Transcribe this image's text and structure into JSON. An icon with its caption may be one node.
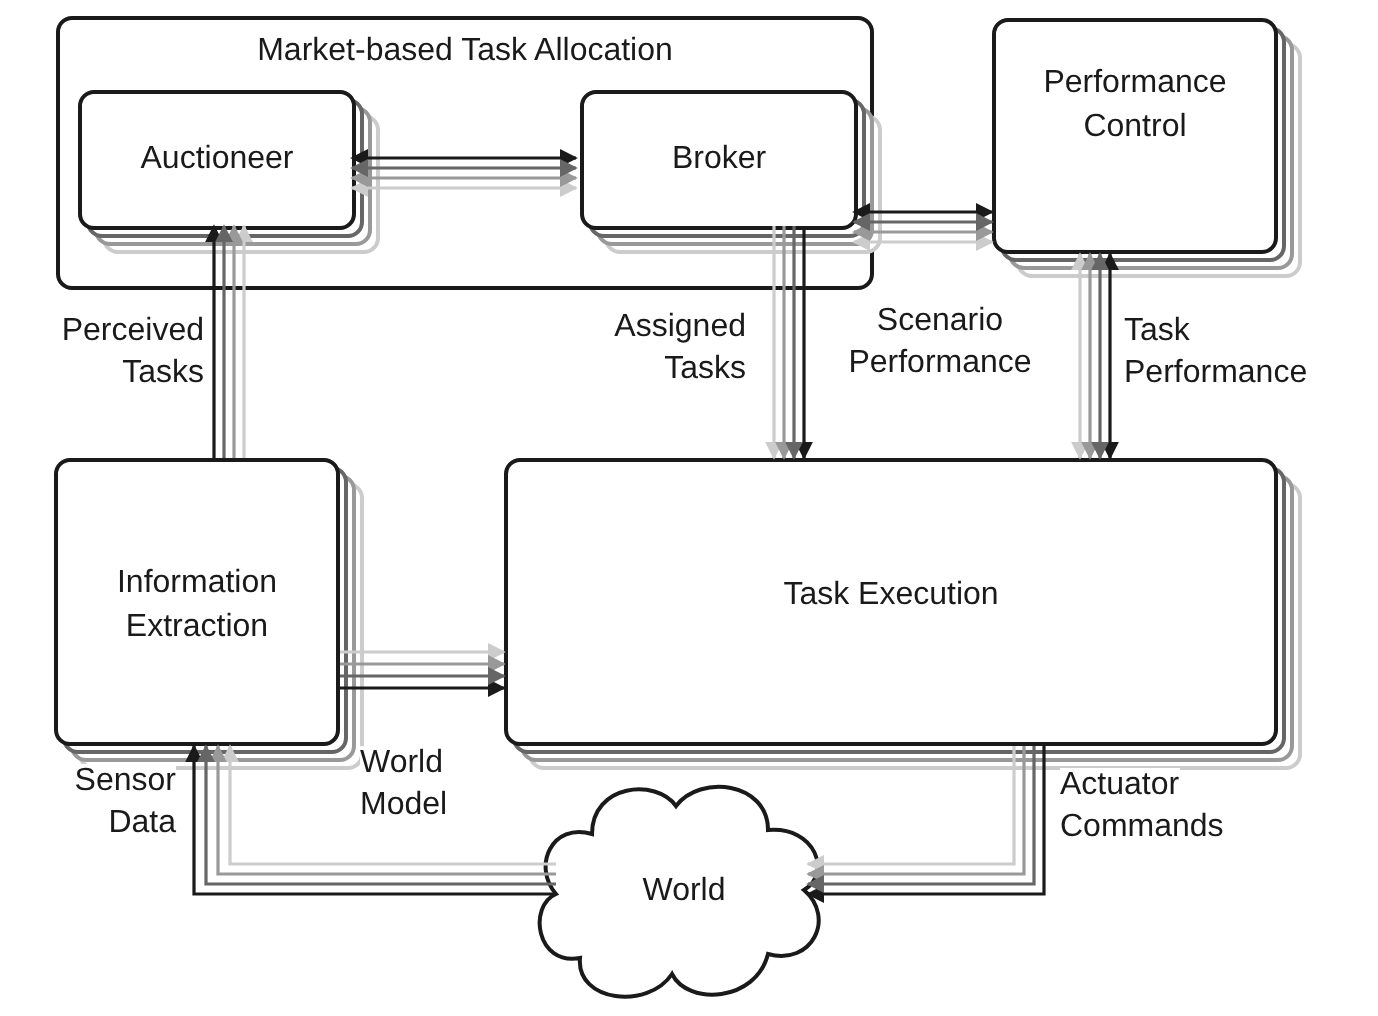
{
  "diagram": {
    "nodes": [
      {
        "text": [
          "Market-based Task Allocation"
        ]
      },
      {
        "text": [
          "Auctioneer"
        ],
        "in": 0
      },
      {
        "text": [
          "Broker"
        ],
        "in": 0
      },
      {
        "text": [
          "Performance Control"
        ]
      },
      {
        "text": [
          "Information Extraction"
        ]
      },
      {
        "text": [
          "Task Execution"
        ]
      },
      {
        "text": [
          "World"
        ]
      }
    ],
    "edges": [
      {
        "from": 1,
        "to": 2,
        "arrow": "both"
      },
      {
        "from": 2,
        "to": 3,
        "arrow": "both",
        "label": "Scenario Performance"
      },
      {
        "from": 4,
        "to": 1,
        "arrow": "to",
        "label": "Perceived Tasks"
      },
      {
        "from": 2,
        "to": 5,
        "arrow": "to",
        "label": "Assigned Tasks"
      },
      {
        "from": 3,
        "to": 5,
        "arrow": "both",
        "label": "Task Performance"
      },
      {
        "from": 4,
        "to": 5,
        "arrow": "to",
        "label": "World Model"
      },
      {
        "from": 6,
        "to": 4,
        "arrow": "to",
        "label": "Sensor Data"
      },
      {
        "from": 5,
        "to": 6,
        "arrow": "to",
        "label": "Actuator Commands"
      }
    ]
  }
}
